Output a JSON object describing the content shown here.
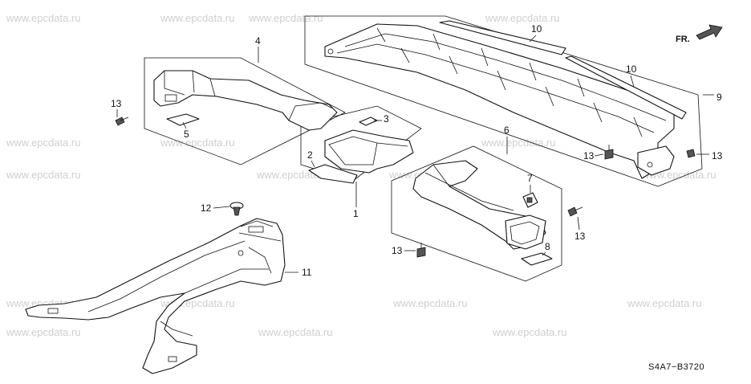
{
  "watermark": "www.epcdata.ru",
  "diagram_code": "S4A7−B3720",
  "direction_label": "FR.",
  "callouts": {
    "c1": "1",
    "c2": "2",
    "c3": "3",
    "c4": "4",
    "c5": "5",
    "c6": "6",
    "c7": "7",
    "c8": "8",
    "c9": "9",
    "c10a": "10",
    "c10b": "10",
    "c11": "11",
    "c12": "12",
    "c13a": "13",
    "c13b": "13",
    "c13c": "13",
    "c13d": "13",
    "c13e": "13"
  }
}
